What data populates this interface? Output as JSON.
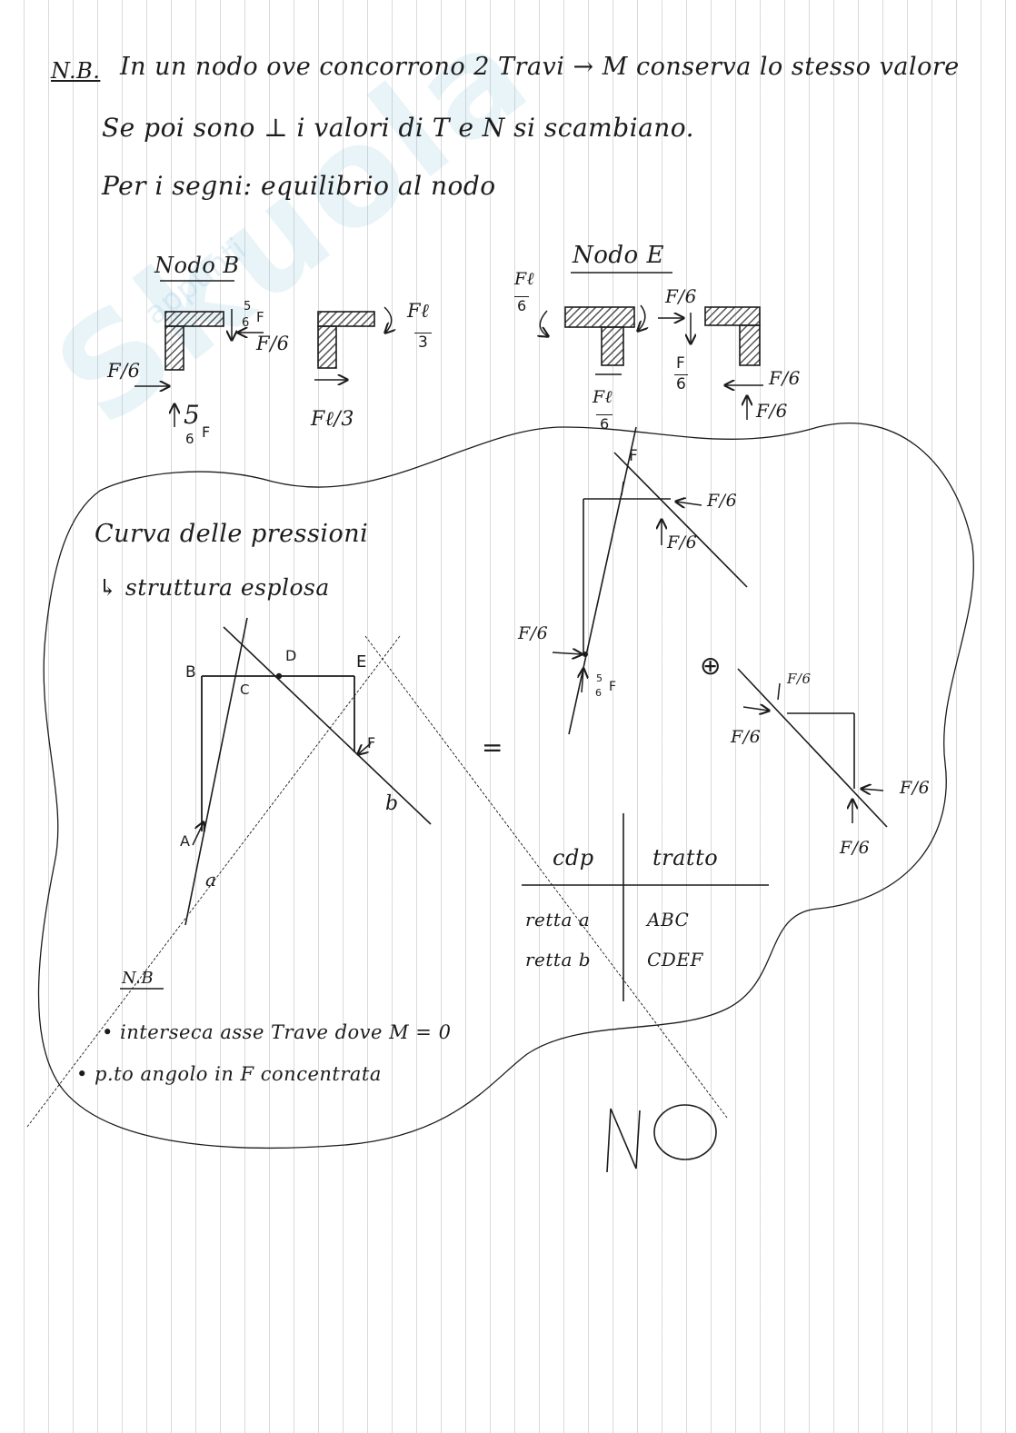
{
  "notes": {
    "line1_label": "N.B.",
    "line1_text": "In un nodo ove concorrono 2 Travi → M conserva lo stesso valore",
    "line2": "Se poi sono ⊥ i valori di T e N si scambiano.",
    "line3": "Per i segni: equilibrio al nodo"
  },
  "nodo_b": {
    "title": "Nodo B",
    "labels": {
      "top_load_num": "5",
      "top_load_den": "6",
      "top_load_var": "F",
      "right_force": "F/6",
      "left_force": "F/6",
      "bottom_num": "5",
      "bottom_den": "6",
      "bottom_var": "F",
      "moment_num": "Fℓ",
      "moment_den": "3",
      "shear_bottom": "Fℓ/3"
    }
  },
  "nodo_e": {
    "title": "Nodo E",
    "labels": {
      "moment_left_num": "Fℓ",
      "moment_left_den": "6",
      "top_right_force": "F/6",
      "down_force_num": "F",
      "down_force_den": "6",
      "right_force": "F/6",
      "up_force": "F/6",
      "moment_bottom_num": "Fℓ",
      "moment_bottom_den": "6"
    }
  },
  "pressure_curve": {
    "heading": "Curva delle pressioni",
    "subheading": "↳ struttura esplosa",
    "points": [
      "B",
      "C",
      "D",
      "E",
      "F",
      "A"
    ],
    "lines": [
      "a",
      "b"
    ],
    "equals": "=",
    "diagram_labels": {
      "f_top": "F",
      "f6_right": "F/6",
      "f6_up": "F/6",
      "f6_left": "F/6",
      "f_bottom_num": "5",
      "f_bottom_den": "6",
      "f_bottom_var": "F",
      "plus": "⊕",
      "r_f6_top": "F/6",
      "r_f6_left": "F/6",
      "r_f6_right": "F/6",
      "r_f6_bottom": "F/6"
    }
  },
  "table": {
    "headers": [
      "cdp",
      "tratto"
    ],
    "rows": [
      {
        "cdp": "retta a",
        "tratto": "ABC"
      },
      {
        "cdp": "retta b",
        "tratto": "CDEF"
      }
    ]
  },
  "nb_bottom": {
    "label": "N.B",
    "item1": "• interseca asse Trave dove M = 0",
    "item2": "• p.to angolo in F concentrata"
  },
  "stamp": "NO",
  "colors": {
    "ink": "#1c1c1c",
    "hatch": "#555555",
    "watermark": "#78b9d7"
  }
}
